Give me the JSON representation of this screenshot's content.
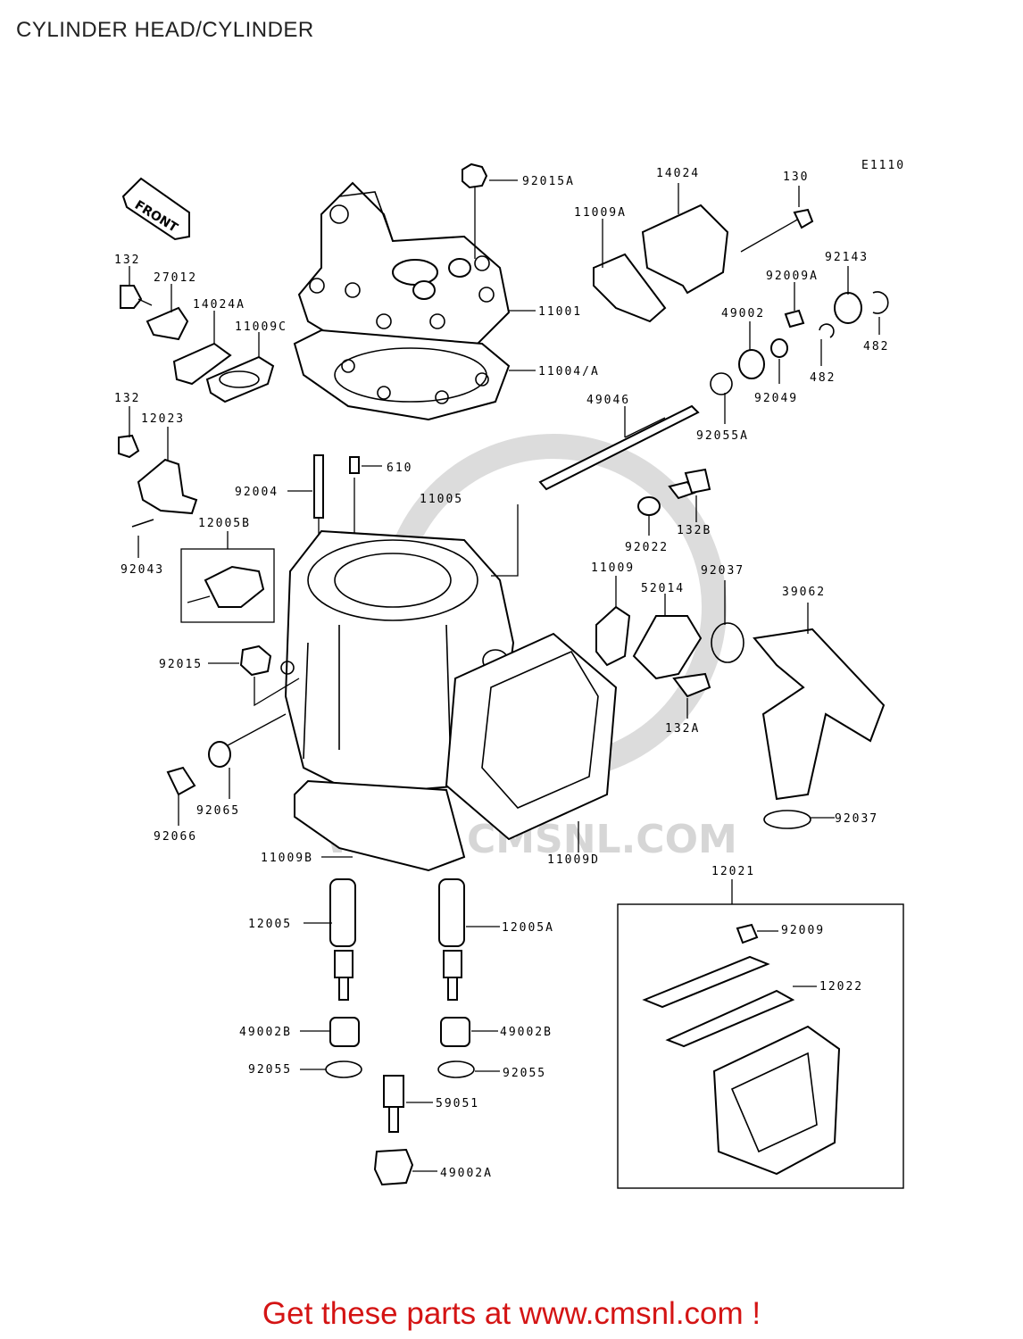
{
  "title": "CYLINDER HEAD/CYLINDER",
  "diagram_code": "E1110",
  "front_label": "FRONT",
  "watermark": "WWW.CMSNL.COM",
  "footer": "Get these parts at www.cmsnl.com !",
  "part_labels": [
    "92015A",
    "14024",
    "130",
    "11009A",
    "132",
    "27012",
    "14024A",
    "11009C",
    "92143",
    "92009A",
    "11001",
    "49002",
    "482",
    "11004/A",
    "92049",
    "482",
    "49046",
    "92055A",
    "132",
    "12023",
    "610",
    "92004",
    "11005",
    "132B",
    "12005B",
    "92022",
    "92043",
    "11009",
    "92037",
    "52014",
    "39062",
    "92015",
    "132A",
    "92065",
    "92066",
    "92037",
    "11009B",
    "11009D",
    "12021",
    "12005",
    "12005A",
    "92009",
    "12022",
    "49002B",
    "49002B",
    "92055",
    "92055",
    "59051",
    "49002A"
  ]
}
